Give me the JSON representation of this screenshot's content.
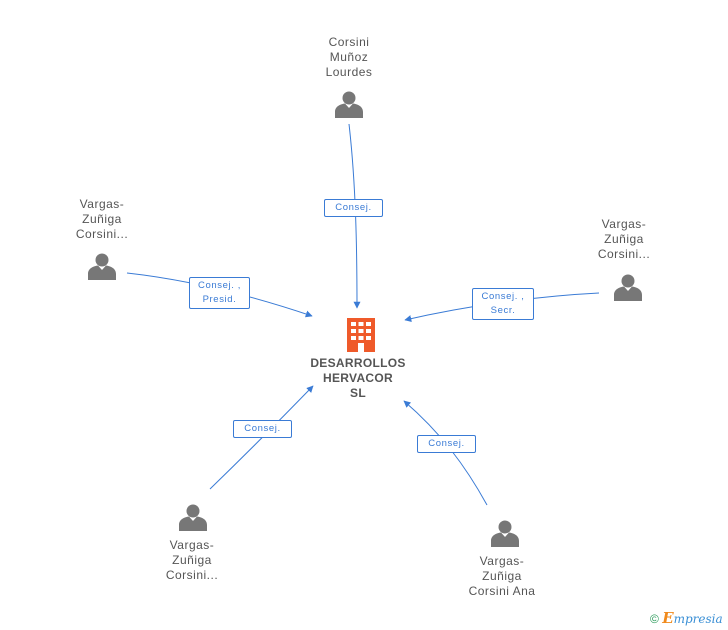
{
  "company": {
    "name_lines": [
      "DESARROLLOS",
      "HERVACOR",
      "SL"
    ],
    "color": "#ef5a2a"
  },
  "people": [
    {
      "id": "p-top",
      "lines": [
        "Corsini",
        "Muñoz",
        "Lourdes"
      ],
      "role_lines": [
        "Consej."
      ]
    },
    {
      "id": "p-left",
      "lines": [
        "Vargas-",
        "Zuñiga",
        "Corsini..."
      ],
      "role_lines": [
        "Consej. ,",
        "Presid."
      ]
    },
    {
      "id": "p-right",
      "lines": [
        "Vargas-",
        "Zuñiga",
        "Corsini..."
      ],
      "role_lines": [
        "Consej. ,",
        "Secr."
      ]
    },
    {
      "id": "p-bottom-left",
      "lines": [
        "Vargas-",
        "Zuñiga",
        "Corsini..."
      ],
      "role_lines": [
        "Consej."
      ]
    },
    {
      "id": "p-bottom-right",
      "lines": [
        "Vargas-",
        "Zuñiga",
        "Corsini Ana"
      ],
      "role_lines": [
        "Consej."
      ]
    }
  ],
  "colors": {
    "edge": "#3a7bd5",
    "person_icon": "#777777"
  },
  "footer": {
    "copyright": "©",
    "brand_initial": "E",
    "brand_rest": "mpresia"
  }
}
